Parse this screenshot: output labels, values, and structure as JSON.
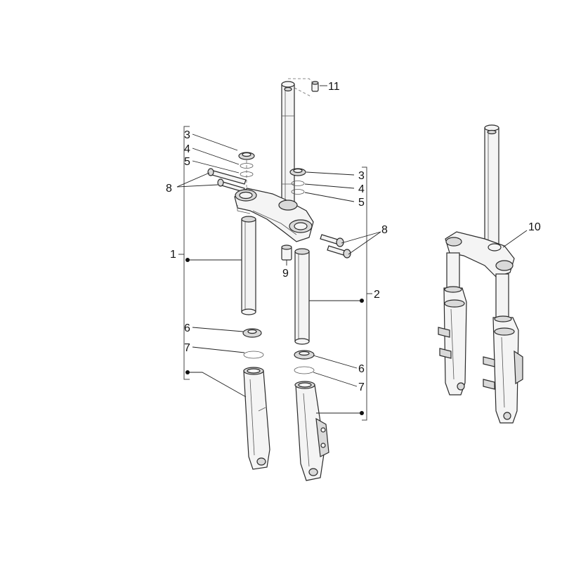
{
  "callouts": {
    "c1": "1",
    "c2": "2",
    "c3_left": "3",
    "c3_right": "3",
    "c4_left": "4",
    "c4_right": "4",
    "c5_left": "5",
    "c5_right": "5",
    "c6_left": "6",
    "c6_right": "6",
    "c7_left": "7",
    "c7_right": "7",
    "c8_left": "8",
    "c8_right": "8",
    "c9": "9",
    "c10": "10",
    "c11": "11"
  },
  "colors": {
    "outline": "#2a2a2a",
    "fill": "#f4f4f4",
    "shade": "#d9d9d9"
  }
}
